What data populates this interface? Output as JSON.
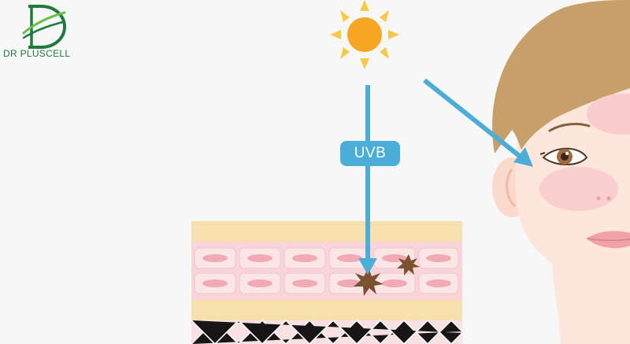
{
  "brand": {
    "name": "DR PLUSCELL",
    "color": "#1f7a3d"
  },
  "ray_label": "UVB",
  "colors": {
    "arrow": "#4aaed8",
    "sun": "#f5a623",
    "skin_outer": "#f8dfae",
    "skin_middle": "#f8d5d8",
    "cell": "#f1a9b4",
    "melanin": "#7a5230"
  },
  "icons": [
    "sun-icon",
    "face-illustration",
    "skin-layer-diagram",
    "melanin-spot-icon"
  ]
}
